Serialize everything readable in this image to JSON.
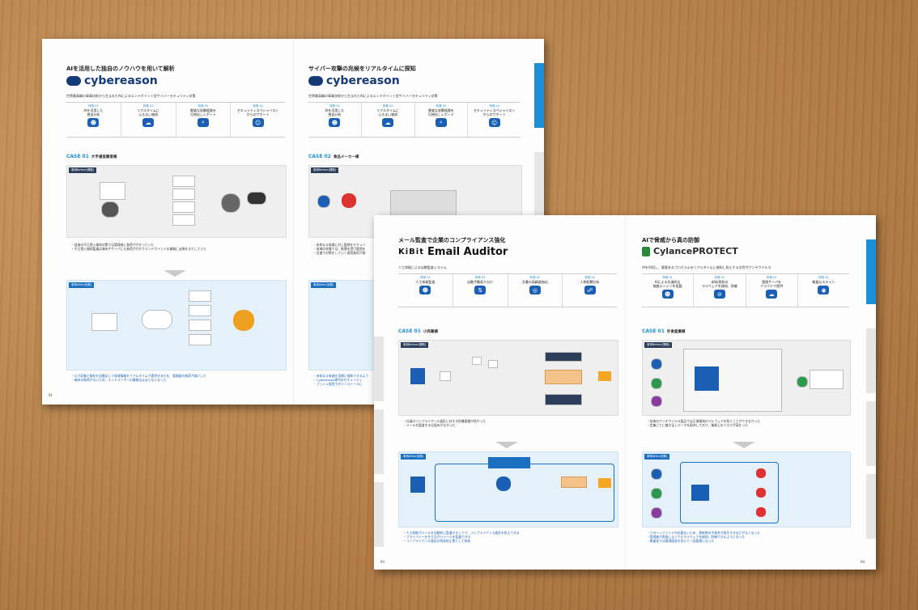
{
  "back_left": {
    "section_title": "AIを活用した独自のノウハウを用いて解析",
    "brand": "cybereason",
    "subtitle": "世界最高峰の軍事技術から生まれたAIによるエンドポイント型サイバーセキュリティ対策",
    "features": [
      {
        "num": "特長 01",
        "label": "AIを活用した\n独自分析"
      },
      {
        "num": "特長 02",
        "label": "リアルタイムに\nふるまい検知"
      },
      {
        "num": "特長 03",
        "label": "脅威な攻撃経路を\n可視化しレポート"
      },
      {
        "num": "特長 04",
        "label": "セキュリティスペシャリスト\nからのサポート"
      }
    ],
    "case": "CASE 01",
    "case_name": "大手通信業者様",
    "before_tag": "事例Before(課題)",
    "before_notes": "・従来の不正侵入検知対策では管理者に負荷がかかっていた\n・不正侵入検知監査は端末やサーバにも負荷がかかりエンドポイントの業務に支障をきたしていた",
    "after_tag": "事例After(効果)",
    "after_notes": "・ログ収集と解析を自動化して脅威情報をリアルタイムで提供するため、管理者の負荷が減少した\n・端末の負荷がないため、エンドユーザーの業務は止まらなくなった",
    "page_num": "91"
  },
  "back_right": {
    "section_title": "サイバー攻撃の兆候をリアルタイムに探知",
    "brand": "cybereason",
    "subtitle": "世界最高峰の軍事技術から生まれたAIによるエンドポイント型サイバーセキュリティ対策",
    "features": [
      {
        "num": "特長 01",
        "label": "AIを活用した\n独自分析"
      },
      {
        "num": "特長 02",
        "label": "リアルタイムに\nふるまい検知"
      },
      {
        "num": "特長 03",
        "label": "脅威な攻撃経路を\n可視化しレポート"
      },
      {
        "num": "特長 04",
        "label": "セキュリティスペシャリスト\nからのサポート"
      }
    ],
    "case": "CASE 02",
    "case_name": "食品メーカー様",
    "before_tag": "事例Before(課題)",
    "before_notes": "・未知なる脅威に対し監視をセキュリ\n・脅威の攻撃では、影響を受け範囲を\n・迅速で対策をしていく運用負荷が高",
    "after_tag": "事例After(効果)",
    "after_notes": "・未知なる脅威を早期に検知できるよう\n・Cybereason専門のセキュリティ\n・ブッシュ配信でのインストールに"
  },
  "front_left": {
    "section_title": "メール監査で企業のコンプライアンス強化",
    "brand": "Email Auditor",
    "brand_prefix": "KiBit",
    "subtitle": "人工知能による自動監査システム",
    "features": [
      {
        "num": "特長 01",
        "label": "人工知能監査"
      },
      {
        "num": "特長 02",
        "label": "自動手動振り分け"
      },
      {
        "num": "特長 03",
        "label": "文書の高精度抽出"
      },
      {
        "num": "特長 04",
        "label": "人物相関分析"
      }
    ],
    "case": "CASE 01",
    "case_name": "小売業様",
    "before_tag": "事例Before(課題)",
    "before_notes": "・社員のコンプライアンス違反に対する危機意識が低かった\n・メールを監査する仕組みがなかった",
    "after_tag": "事例After(効果)",
    "after_notes": "・人工知能がメールを自動的に監査することで、コンプライアンス違反を防止できる\n・プライバシーを守りながらメールを監査できる\n・コンプライアンス違反の再発防止策として有効",
    "page_num": "93"
  },
  "front_right": {
    "section_title": "AIで脅威から真の防御",
    "brand": "CylancePROTECT",
    "subtitle": "AIを利用し、悪意あるプログラムをリアルタイムに検知し防止する次世代アンチウイルス",
    "features": [
      {
        "num": "特長 01",
        "label": "AIによる先進的な\n検査エンジンを搭載"
      },
      {
        "num": "特長 02",
        "label": "未知/既知の\nマルウェアを検知、防御"
      },
      {
        "num": "特長 03",
        "label": "管理サーバを\nクラウドで提供"
      },
      {
        "num": "特長 04",
        "label": "軽量なスキャン"
      }
    ],
    "case": "CASE 01",
    "case_name": "外食産業様",
    "before_tag": "事例Before(課題)",
    "before_notes": "・従来のアンチウイルス製品では正規検知のマルウェアを防ぐことができなかった\n・定義ごとに継ぎ足しデータを配布しており、業務上のリスクが高かった",
    "after_tag": "事例After(効果)",
    "after_notes": "・パターンファイルが必要ないため、更新時の不具合が発生するなどがなくなった\n・管理者が直接しなくてもマルウェアを検知、防御できるようになった\n・軽量化では管理画面を用いて一括管理になった",
    "page_num": "94"
  }
}
